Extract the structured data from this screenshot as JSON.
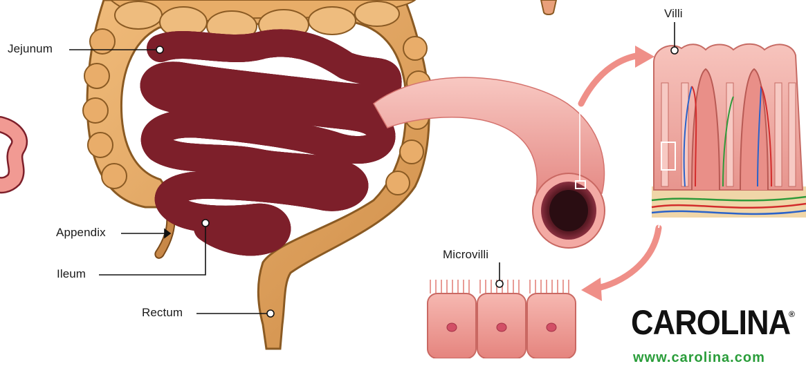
{
  "labels": {
    "jejunum": "Jejunum",
    "appendix": "Appendix",
    "ileum": "Ileum",
    "rectum": "Rectum",
    "villi": "Villi",
    "microvilli": "Microvilli"
  },
  "brand": {
    "name": "CAROLINA",
    "registered": "®",
    "url": "www.carolina.com"
  },
  "colors": {
    "intestine": "#f19a93",
    "intestine_outline": "#7d1f2a",
    "colon": "#e0a25f",
    "colon_outline": "#8a5a23",
    "villi_tissue": "#f2b3ad",
    "blood_red": "#d22b2b",
    "vessel_blue": "#2a62c9",
    "vessel_green": "#2f9a3a",
    "arrow": "#ef8f88",
    "brand_green": "#2a9d3a"
  }
}
